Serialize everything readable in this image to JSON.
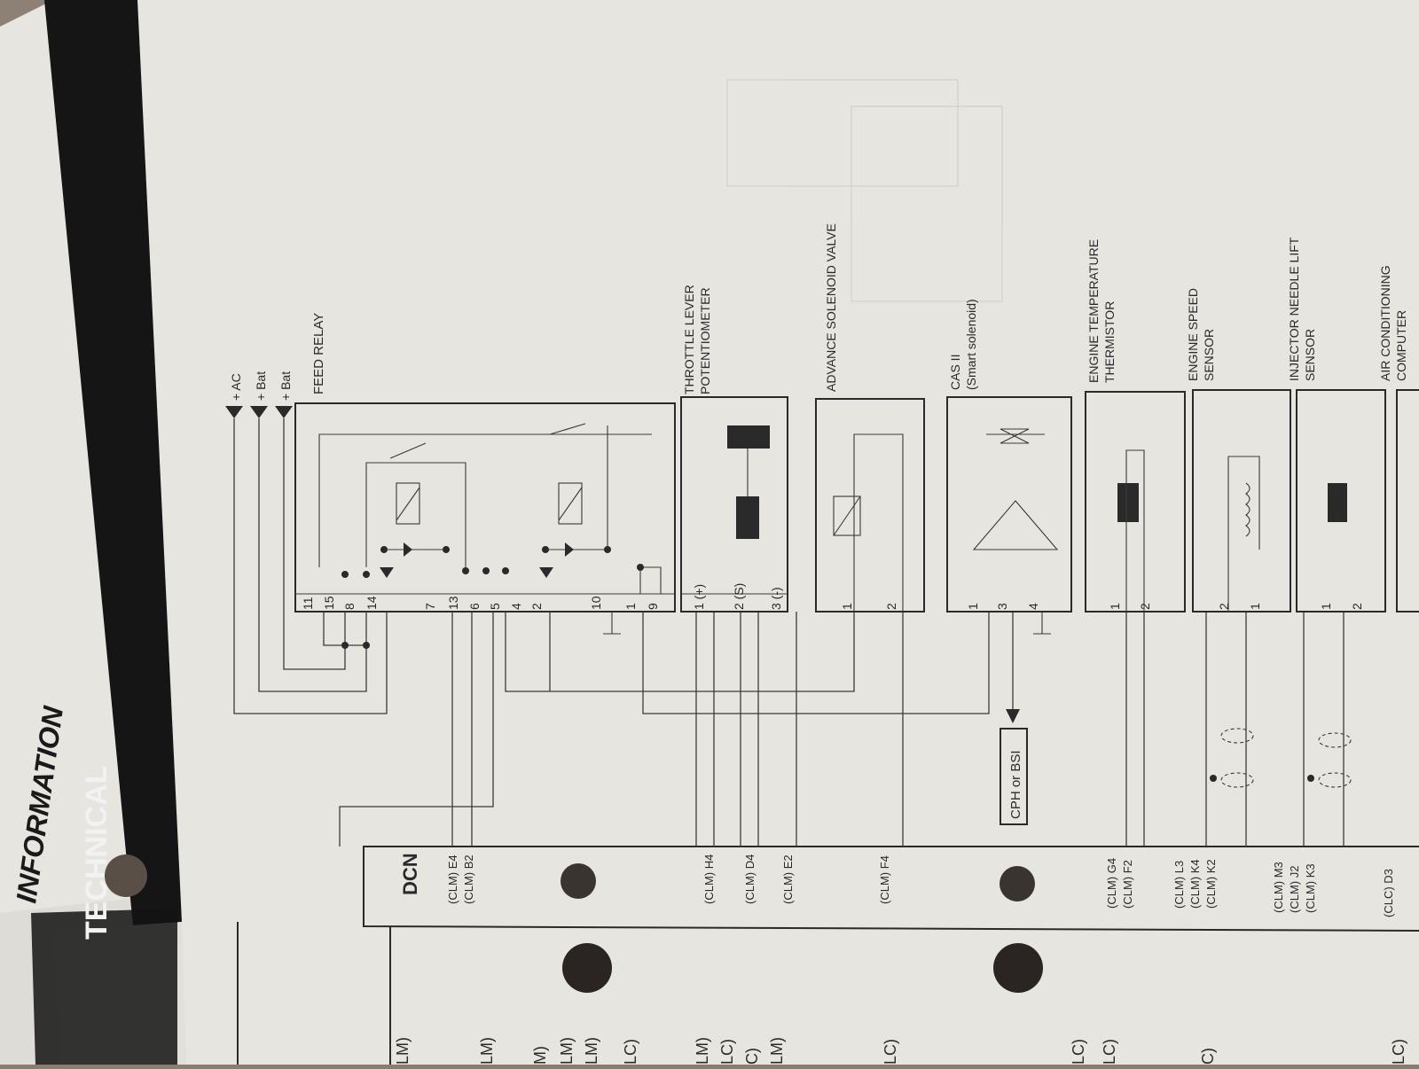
{
  "header": {
    "section_left": "TECHNICAL",
    "section_right": "INFORMATION"
  },
  "ecu": {
    "name": "DCN",
    "pins_group1": [
      "(CLM) E4",
      "(CLM) B2"
    ],
    "pins_group2": [
      "(CLM) H4",
      "(CLM) D4",
      "(CLM) E2"
    ],
    "pins_group3": [
      "(CLM) F4"
    ],
    "pins_group4": [
      "(CLM) G4",
      "(CLM) F2"
    ],
    "pins_group5": [
      "(CLM) L3",
      "(CLM) K4",
      "(CLM) K2"
    ],
    "pins_group6": [
      "(CLM) M3",
      "(CLM) J2",
      "(CLM) K3"
    ],
    "pins_group7": [
      "(CLC) D3"
    ]
  },
  "supply": {
    "labels": [
      "+ AC",
      "+ Bat",
      "+ Bat"
    ]
  },
  "components": {
    "feed_relay": {
      "title": "FEED RELAY",
      "pins": [
        "11",
        "15",
        "8",
        "14",
        "7",
        "13",
        "6",
        "5",
        "4",
        "2",
        "10",
        "1",
        "9"
      ]
    },
    "throttle": {
      "title_line1": "THROTTLE LEVER",
      "title_line2": "POTENTIOMETER",
      "pins": [
        "1 (+)",
        "2 (S)",
        "3 (-)"
      ]
    },
    "advance": {
      "title": "ADVANCE SOLENOID VALVE",
      "pins": [
        "1",
        "2"
      ]
    },
    "cas": {
      "title_line1": "CAS II",
      "title_line2": "(Smart solenoid)",
      "pins": [
        "1",
        "3",
        "4"
      ],
      "output_label": "CPH or BSI"
    },
    "temp": {
      "title_line1": "ENGINE TEMPERATURE",
      "title_line2": "THERMISTOR",
      "pins": [
        "1",
        "2"
      ]
    },
    "speed": {
      "title_line1": "ENGINE SPEED",
      "title_line2": "SENSOR",
      "pins": [
        "2",
        "1"
      ]
    },
    "needle": {
      "title_line1": "INJECTOR NEEDLE LIFT",
      "title_line2": "SENSOR",
      "pins": [
        "1",
        "2"
      ]
    },
    "aircon": {
      "title_line1": "AIR CONDITIONING",
      "title_line2": "COMPUTER"
    }
  },
  "left_page": {
    "edge_labels": [
      "LM)",
      "LM)",
      "M)",
      "LM)",
      "LM)",
      "LC)",
      "LM)",
      "LC)",
      "C)",
      "LM)",
      "LC)",
      "LC)",
      "LC)",
      "C)",
      "LC)"
    ]
  }
}
